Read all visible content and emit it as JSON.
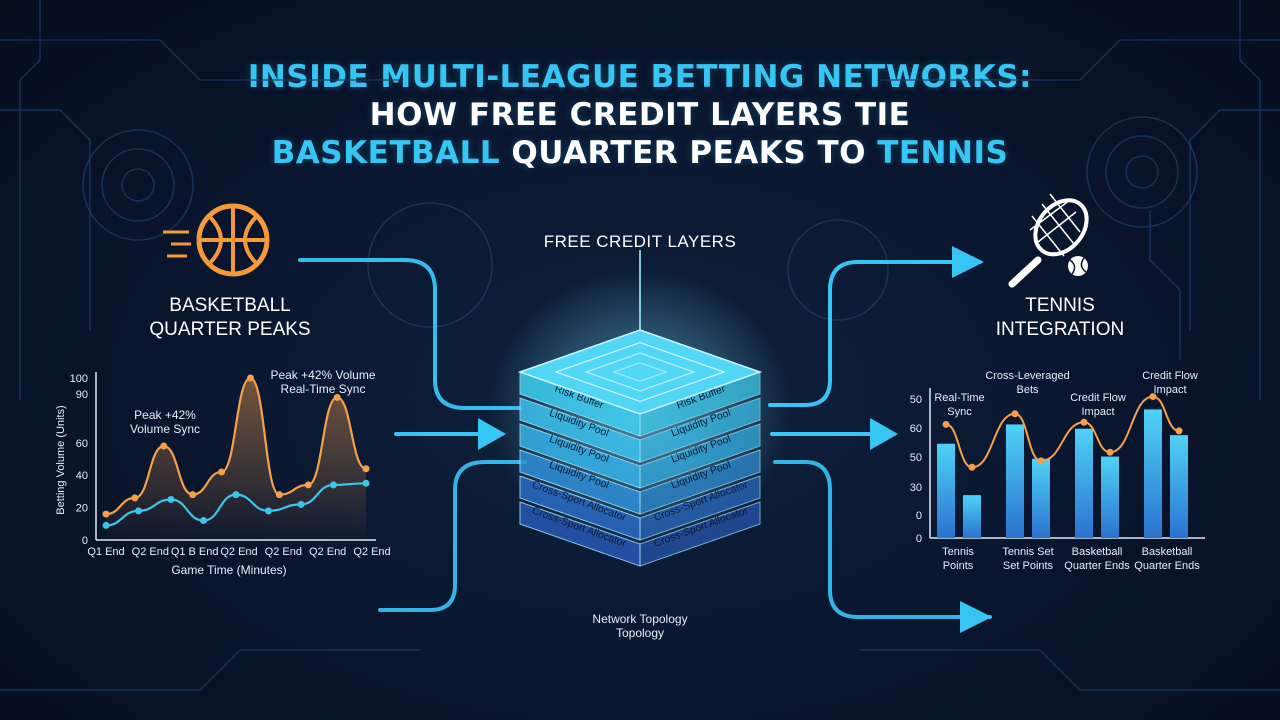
{
  "title": {
    "line1": "INSIDE MULTI-LEAGUE BETTING NETWORKS:",
    "line2": "HOW FREE CREDIT LAYERS TIE",
    "line3_a": "BASKETBALL",
    "line3_b": " QUARTER PEAKS TO ",
    "line3_c": "TENNIS"
  },
  "center": {
    "heading": "FREE CREDIT LAYERS",
    "footer_line1": "Network Topology",
    "footer_line2": "Topology",
    "layers": [
      {
        "left": "Risk Buffer",
        "right": "Risk Buffer",
        "color": "#3fd0f2"
      },
      {
        "left": "Liquidity Pool",
        "right": "Liquidity Pool",
        "color": "#3ac3ee"
      },
      {
        "left": "Liquidity Pool",
        "right": "Liquidity Pool",
        "color": "#34b3e8"
      },
      {
        "left": "Liquidity Pool",
        "right": "Liquidity Pool",
        "color": "#2f8fd8"
      },
      {
        "left": "Cross-Sport Allocator",
        "right": "Cross-Sport Allocator",
        "color": "#2a6cc4"
      },
      {
        "left": "Cross-Sport Allocator",
        "right": "Cross-Sport Allocator",
        "color": "#2858b4"
      }
    ]
  },
  "left_panel": {
    "heading_line1": "BASKETBALL",
    "heading_line2": "QUARTER PEAKS",
    "annotation1_line1": "Peak +42%",
    "annotation1_line2": "Volume Sync",
    "annotation2_line1": "Peak +42% Volume",
    "annotation2_line2": "Real-Time Sync"
  },
  "right_panel": {
    "heading_line1": "TENNIS",
    "heading_line2": "INTEGRATION",
    "annotations": [
      {
        "line1": "Real-Time",
        "line2": "Sync"
      },
      {
        "line1": "Cross-Leveraged",
        "line2": "Bets"
      },
      {
        "line1": "Credit Flow",
        "line2": "Impact"
      },
      {
        "line1": "Credit Flow",
        "line2": "Impact"
      }
    ]
  },
  "colors": {
    "accent_cyan": "#37c6f4",
    "accent_orange": "#f5a04a",
    "bar_blue": "#3ab8f0",
    "background": "#0a1730"
  },
  "chart_data": [
    {
      "type": "line",
      "title": "",
      "xlabel": "Game Time (Minutes)",
      "ylabel": "Betting Volume (Units)",
      "ylim": [
        0,
        100
      ],
      "yticks": [
        0,
        20,
        40,
        60,
        90,
        100
      ],
      "xticklabels": [
        "Q1 End",
        "Q2 End",
        "Q1 B End",
        "Q2 End",
        "Q2 End",
        "Q2 End",
        "Q2 End"
      ],
      "x": [
        0,
        1,
        2,
        3,
        4,
        5,
        6,
        7,
        8,
        9,
        10,
        11,
        12
      ],
      "series": [
        {
          "color": "#f5a04a",
          "values": [
            16,
            26,
            58,
            28,
            42,
            100,
            28,
            34,
            88,
            44
          ]
        },
        {
          "color": "#3cc6ea",
          "values": [
            9,
            18,
            25,
            12,
            28,
            18,
            22,
            34,
            35
          ]
        }
      ],
      "grid": false
    },
    {
      "type": "bar",
      "title": "",
      "ylim": [
        0,
        50
      ],
      "yticks": [
        0,
        30,
        50,
        60,
        50
      ],
      "categories_lines": [
        [
          "Tennis",
          "Points"
        ],
        [
          "Tennis Set",
          "Set Points"
        ],
        [
          "Basketball",
          "Quarter Ends"
        ],
        [
          "Basketball",
          "Quarter Ends"
        ]
      ],
      "categories": [
        "Tennis Points",
        "Tennis Set Set Points",
        "Basketball Quarter Ends",
        "Basketball Quarter Ends"
      ],
      "bar_values": [
        44,
        20,
        53,
        37,
        51,
        38,
        60,
        48
      ],
      "overlay_line": {
        "color": "#f5a04a",
        "values": [
          53,
          33,
          58,
          36,
          54,
          40,
          66,
          50
        ]
      },
      "grid": false
    }
  ]
}
